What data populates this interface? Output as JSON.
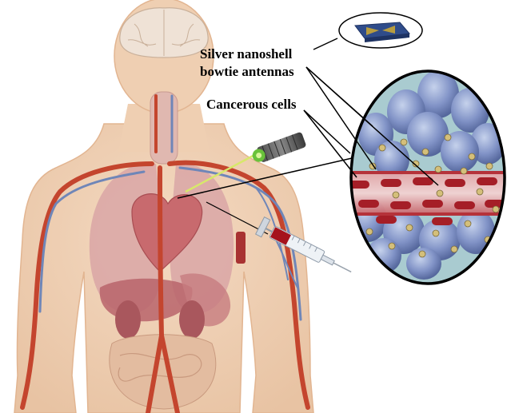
{
  "labels": {
    "silver_line1": "Silver nanoshell",
    "silver_line2": "bowtie antennas",
    "cancerous": "Cancerous cells"
  },
  "colors": {
    "skin": "#efcfb2",
    "skin_edge": "#e2b591",
    "artery": "#c4452e",
    "vein": "#6f86b8",
    "organ_pink": "#c97d84",
    "lung": "#d9a1a1",
    "magnified_bg": "#a9cbd0",
    "cell_blue": "#7a8cc4",
    "vessel": "#b5323a",
    "rbc": "#a51e27",
    "chip": "#2f4c8a",
    "bowtie": "#b79c3f",
    "laser_beam": "#d7e86a"
  }
}
